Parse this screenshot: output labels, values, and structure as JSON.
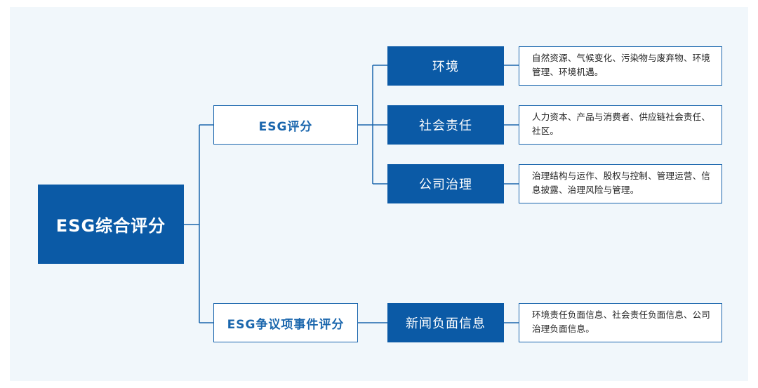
{
  "root": {
    "label": "ESG综合评分"
  },
  "level1": [
    {
      "label": "ESG评分"
    },
    {
      "label": "ESG争议项事件评分"
    }
  ],
  "categories": [
    {
      "label": "环境",
      "description": "自然资源、气候变化、污染物与废弃物、环境管理、环境机遇。"
    },
    {
      "label": "社会责任",
      "description": "人力资本、产品与消费者、供应链社会责任、社区。"
    },
    {
      "label": "公司治理",
      "description": "治理结构与运作、股权与控制、管理运营、信息披露、治理风险与管理。"
    },
    {
      "label": "新闻负面信息",
      "description": "环境责任负面信息、社会责任负面信息、公司治理负面信息。"
    }
  ],
  "colors": {
    "primary": "#0b5aa6",
    "line": "#1a66ad",
    "background": "#f1f7fb"
  }
}
